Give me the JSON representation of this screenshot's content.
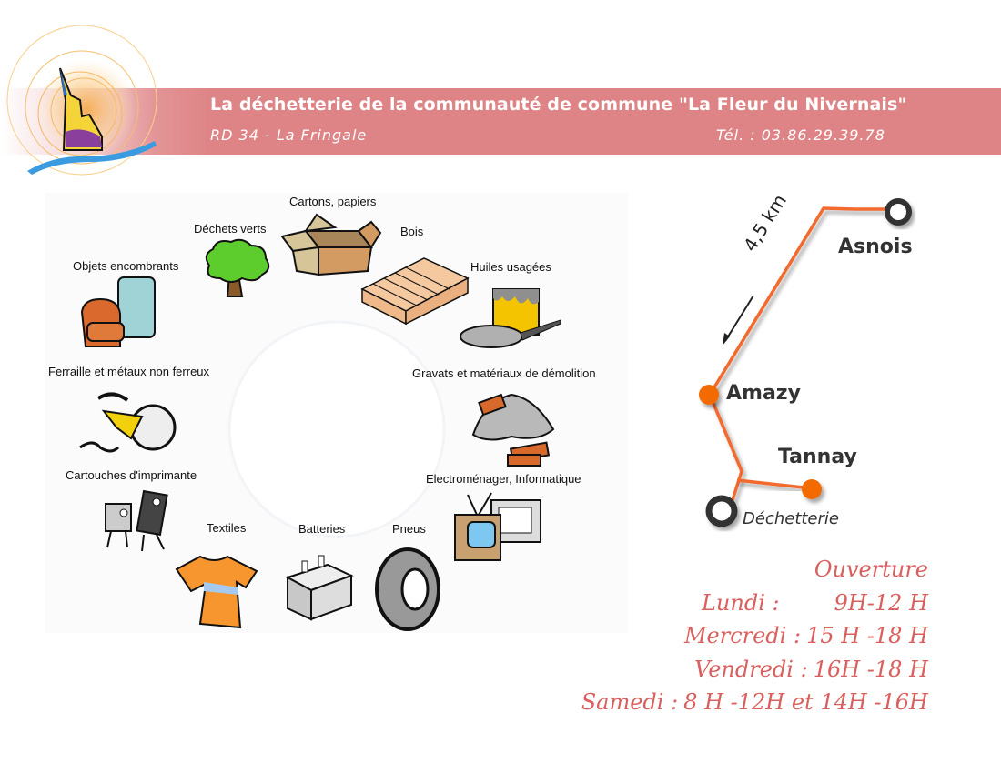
{
  "header": {
    "title": "La déchetterie de la communauté de commune \"La Fleur du Nivernais\"",
    "address": "RD 34 - La Fringale",
    "phone": "Tél. : 03.86.29.39.78"
  },
  "logo": {
    "name": "logo-church-sun-river"
  },
  "waste_categories": [
    {
      "label": "Cartons, papiers",
      "icon": "cardboard-box-icon"
    },
    {
      "label": "Déchets verts",
      "icon": "tree-icon"
    },
    {
      "label": "Bois",
      "icon": "wood-pallet-icon"
    },
    {
      "label": "Objets encombrants",
      "icon": "armchair-mattress-icon"
    },
    {
      "label": "Huiles usagées",
      "icon": "oil-can-icon"
    },
    {
      "label": "Ferraille et métaux non ferreux",
      "icon": "bicycle-icon"
    },
    {
      "label": "Gravats et matériaux de démolition",
      "icon": "rubble-bricks-icon"
    },
    {
      "label": "Cartouches d'imprimante",
      "icon": "ink-cartridge-icon"
    },
    {
      "label": "Electroménager, Informatique",
      "icon": "tv-computer-icon"
    },
    {
      "label": "Textiles",
      "icon": "tshirt-icon"
    },
    {
      "label": "Batteries",
      "icon": "car-battery-icon"
    },
    {
      "label": "Pneus",
      "icon": "tire-icon"
    }
  ],
  "map": {
    "distance": "4,5 km",
    "places": {
      "start": "Asnois",
      "via": "Amazy",
      "branch": "Tannay",
      "destination": "Déchetterie"
    },
    "route_color": "#f26a2e",
    "node_color": "#f26a00",
    "endpoint_color": "#333333"
  },
  "opening_hours": {
    "title": "Ouverture",
    "schedule": [
      {
        "day": "Lundi :",
        "time": "9H-12 H"
      },
      {
        "day": "Mercredi :",
        "time": "15 H -18 H"
      },
      {
        "day": "Vendredi :",
        "time": "16H -18 H"
      },
      {
        "day": "Samedi :",
        "time": "8 H -12H et 14H -16H"
      }
    ],
    "color": "#d9605e"
  },
  "colors": {
    "banner": "#de8486",
    "text_on_banner": "#ffffff"
  }
}
